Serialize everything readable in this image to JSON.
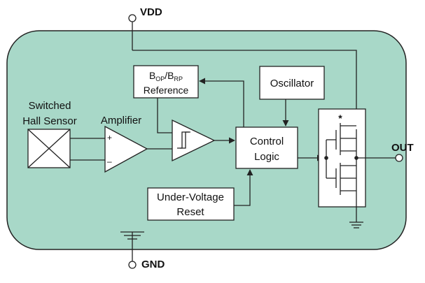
{
  "pins": {
    "vdd": "VDD",
    "gnd": "GND",
    "out": "OUT"
  },
  "blocks": {
    "hall_sensor": {
      "line1": "Switched",
      "line2": "Hall Sensor"
    },
    "amplifier": "Amplifier",
    "amp_plus": "+",
    "amp_minus": "–",
    "reference": {
      "b1": "B",
      "s1": "OP",
      "slash": "/B",
      "s2": "RP",
      "line2": "Reference"
    },
    "oscillator": "Oscillator",
    "control": {
      "line1": "Control",
      "line2": "Logic"
    },
    "uvr": {
      "line1": "Under-Voltage",
      "line2": "Reset"
    },
    "output_mark": "*"
  },
  "colors": {
    "chip_fill": "#a8d8c8",
    "chip_stroke": "#222222",
    "block_fill": "#ffffff"
  }
}
